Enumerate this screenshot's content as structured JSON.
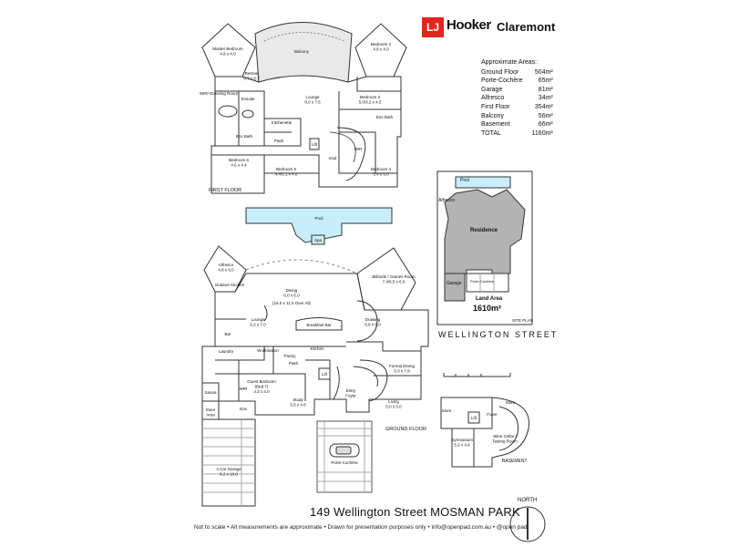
{
  "brand": {
    "logo_mark": "LJ",
    "name": "Hooker",
    "office": "Claremont",
    "accent_color": "#e2261c"
  },
  "areas": {
    "title": "Approximate Areas:",
    "rows": [
      {
        "label": "Ground Floor",
        "value": "504m²"
      },
      {
        "label": "Porte-Cochère",
        "value": "65m²"
      },
      {
        "label": "Garage",
        "value": "81m²"
      },
      {
        "label": "Alfresco",
        "value": "34m²"
      },
      {
        "label": "First Floor",
        "value": "354m²"
      },
      {
        "label": "Balcony",
        "value": "56m²"
      },
      {
        "label": "Basement",
        "value": "66m²"
      },
      {
        "label": "TOTAL",
        "value": "1160m²"
      }
    ]
  },
  "first_floor": {
    "label": "FIRST FLOOR",
    "rooms": {
      "master": "Master Bedroom\n4.8 x 4.0",
      "balcony": "Balcony",
      "bed2": "Bedroom 2\n4.8 x 4.0",
      "retreat": "Retreat\n6.7 x 6.7",
      "wir1": "WIR/ Dressing Room",
      "ensuite": "Ensuite",
      "lounge": "Lounge\n8.0 x 7.6",
      "bed3": "Bedroom 3\n5.0/3.2 x 4.5",
      "kitchenette": "Kitchenette",
      "ens_bath": "Ens Bath",
      "ens_bath2": "Ens Bath",
      "pwdr": "Pwdr",
      "bed6": "Bedroom 6\n4.6 x 4.4",
      "bed5": "Bedroom 5\n4.4/3.1 x 4.0",
      "bed4": "Bedroom 4\n5.4 x 5.0",
      "lift": "Lift",
      "wir": "WIR",
      "void": "Void"
    }
  },
  "ground_floor": {
    "label": "GROUND FLOOR",
    "rooms": {
      "pool": "Pool",
      "spa": "Spa",
      "alfresco": "Alfresco\n4.8 x 6.0",
      "billiards": "Billiards / Games Room\n7.4/6.5 x 6.0",
      "outdoor_kitchen": "Outdoor Kitchen",
      "dining": "Dining\n6.0 x 6.0",
      "overall": "(16.0 x 11.0 Over All)",
      "lounge": "Lounge\n6.2 x 7.0",
      "breakfast_bar": "Breakfast Bar",
      "drawing": "Drawing\n6.8 x 6.0",
      "laundry": "Laundry",
      "workstation": "Workstation",
      "pantry": "Pantry",
      "kitchen": "Kitchen",
      "bar": "Bar",
      "formal_dining": "Formal Dining\n5.0 x 7.8",
      "pwdr": "Pwdr",
      "guest": "Guest Bedroom\n(Bed 7)\n4.3 x 4.0",
      "study": "Study\n5.9 x 4.8",
      "entry": "Entry\nFoyer",
      "living": "Living\n5.0 x 5.0",
      "sauna": "Sauna",
      "store": "Store\nArea",
      "garage": "4 Car Garage\n8.2 x 10.0",
      "porte": "Porte-Cochère",
      "lift": "Lift",
      "wir": "WIR",
      "ens": "Ens"
    }
  },
  "site_plan": {
    "label": "SITE PLAN",
    "pool": "Pool",
    "alfresco": "Alfresco",
    "residence": "Residence",
    "garage": "Garage",
    "porte": "Porte-Cochère",
    "land_area_label": "Land Area",
    "land_area_value": "1610m²"
  },
  "street": "WELLINGTON STREET",
  "basement": {
    "label": "BASEMENT",
    "rooms": {
      "store1": "Store",
      "store2": "Store",
      "foyer": "Foyer",
      "lift": "Lift",
      "gymnasium": "Gymnasium\n5.2 x 4.8",
      "wine": "Wine Cellar /\nTasting Room"
    }
  },
  "address": "149 Wellington Street MOSMAN PARK",
  "north_label": "NORTH",
  "footer": "Not to scale  •  All measurements are approximate  •  Drawn for presentation purposes only  •  info@openpad.com.au  •  @open pad"
}
